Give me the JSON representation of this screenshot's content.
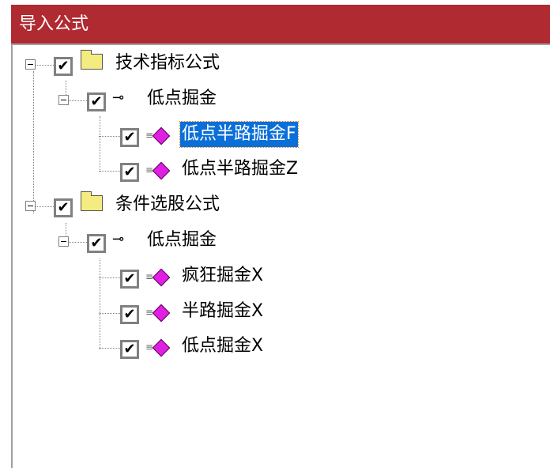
{
  "title": "导入公式",
  "tree": [
    {
      "label": "技术指标公式",
      "checked": true,
      "icon": "folder-icon"
    },
    {
      "label": "低点掘金",
      "checked": true,
      "icon": "key-icon"
    },
    {
      "label": "低点半路掘金F",
      "checked": true,
      "icon": "formula-gem-icon",
      "selected": true
    },
    {
      "label": "低点半路掘金Z",
      "checked": true,
      "icon": "formula-gem-icon"
    },
    {
      "label": "条件选股公式",
      "checked": true,
      "icon": "folder-icon"
    },
    {
      "label": "低点掘金",
      "checked": true,
      "icon": "key-icon"
    },
    {
      "label": "疯狂掘金X",
      "checked": true,
      "icon": "formula-gem-icon"
    },
    {
      "label": "半路掘金X",
      "checked": true,
      "icon": "formula-gem-icon"
    },
    {
      "label": "低点掘金X",
      "checked": true,
      "icon": "formula-gem-icon"
    }
  ],
  "check_glyph": "✔"
}
